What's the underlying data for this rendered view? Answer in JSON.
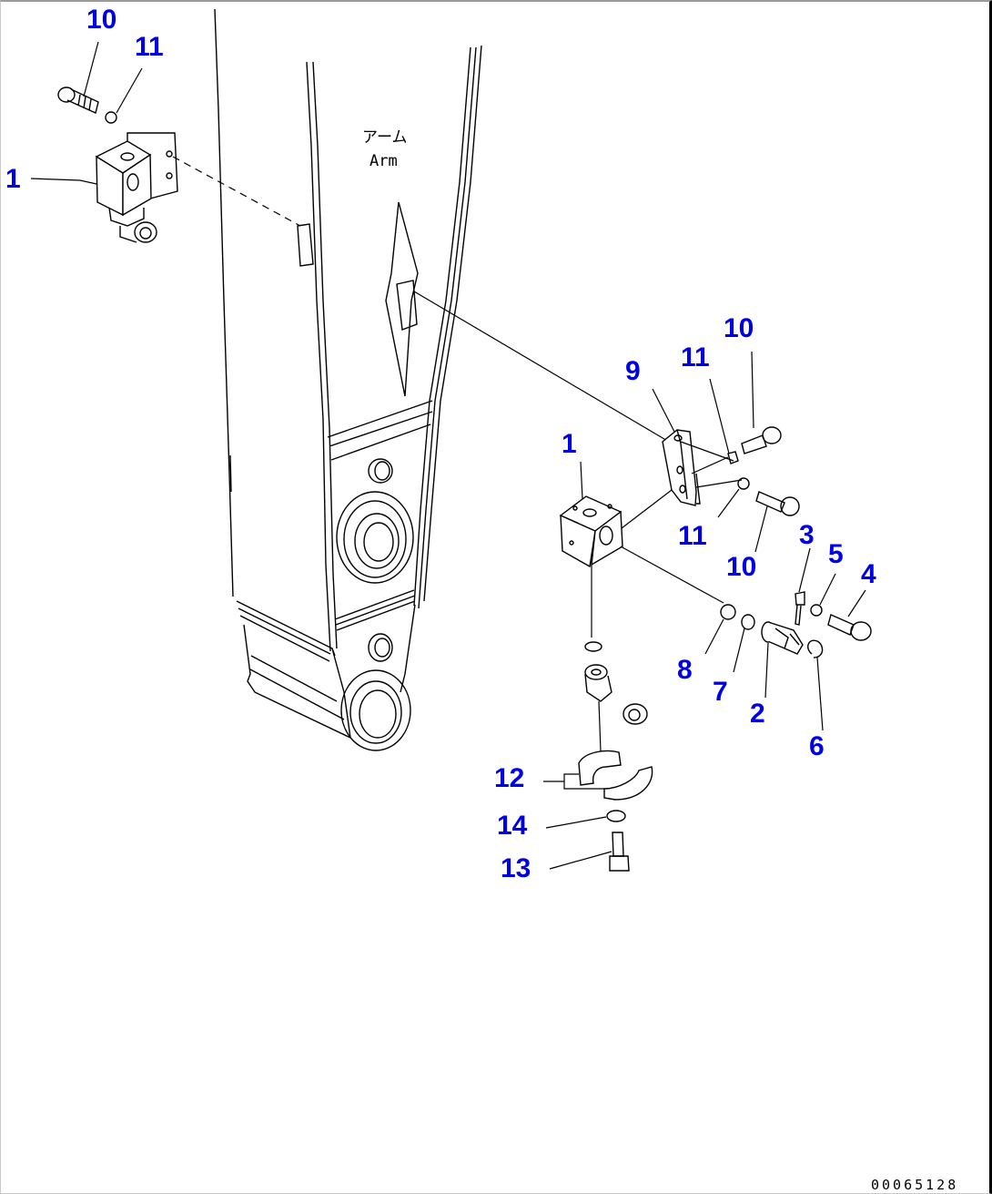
{
  "diagram": {
    "type": "exploded parts diagram",
    "component_label_jp": "アーム",
    "component_label_en": "Arm",
    "figure_id": "00065128",
    "callout_color": "#0000e6",
    "callouts": {
      "c10a": "10",
      "c11a": "11",
      "c1a": "1",
      "c10b": "10",
      "c9": "9",
      "c11b": "11",
      "c1b": "1",
      "c11c": "11",
      "c10c": "10",
      "c3": "3",
      "c5": "5",
      "c4": "4",
      "c8": "8",
      "c7": "7",
      "c2": "2",
      "c6": "6",
      "c12": "12",
      "c14": "14",
      "c13": "13"
    }
  }
}
